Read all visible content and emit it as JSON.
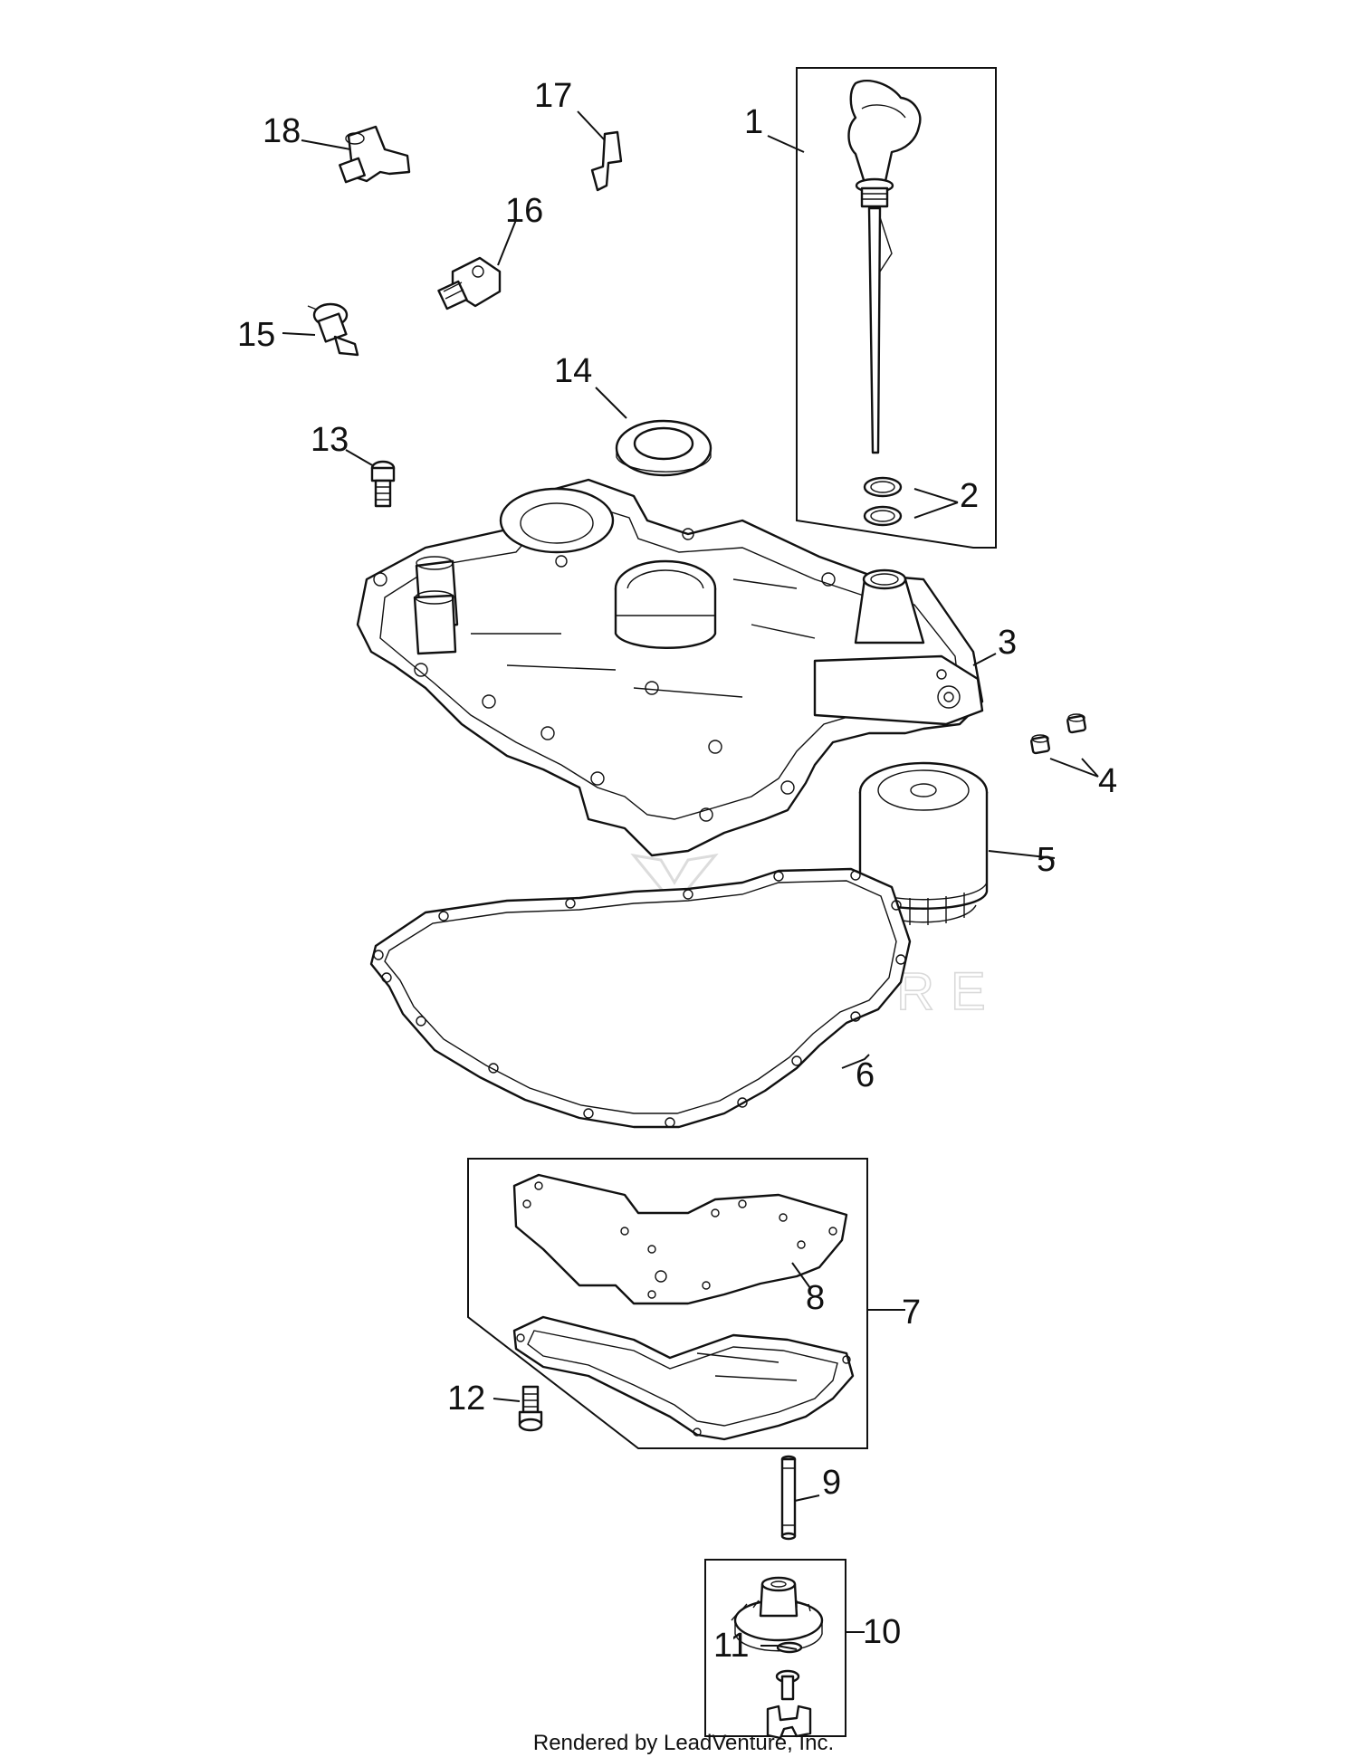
{
  "callouts": {
    "c1": "1",
    "c2": "2",
    "c3": "3",
    "c4": "4",
    "c5": "5",
    "c6": "6",
    "c7": "7",
    "c8": "8",
    "c9": "9",
    "c10": "10",
    "c11": "11",
    "c12": "12",
    "c13": "13",
    "c14": "14",
    "c15": "15",
    "c16": "16",
    "c17": "17",
    "c18": "18"
  },
  "watermark": "LEADVENTURE",
  "footer": "Rendered by LeadVenture, Inc."
}
